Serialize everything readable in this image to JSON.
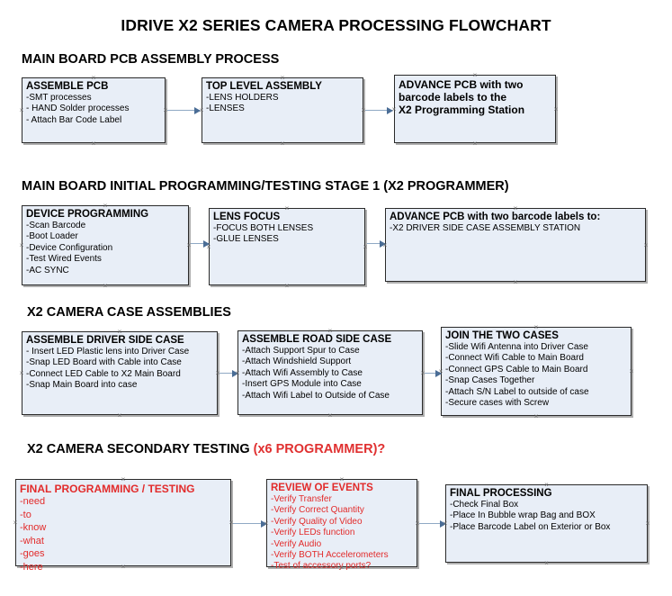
{
  "document": {
    "title": "IDRIVE X2  SERIES CAMERA PROCESSING FLOWCHART"
  },
  "sections": [
    {
      "id": "main-board-pcb-assembly",
      "heading": "MAIN BOARD PCB ASSEMBLY PROCESS",
      "heading_red": "",
      "boxes": [
        {
          "id": "assemble-pcb",
          "header": "ASSEMBLE PCB",
          "lines": [
            " -SMT processes",
            "- HAND Solder processes",
            "- Attach Bar Code Label"
          ],
          "color": "black"
        },
        {
          "id": "top-level-assembly",
          "header": "TOP LEVEL ASSEMBLY",
          "lines": [
            "-LENS HOLDERS",
            "-LENSES"
          ],
          "color": "black"
        },
        {
          "id": "advance-pcb-to-programming-station",
          "header": "ADVANCE PCB with two\nbarcode labels to the\n X2 Programming Station",
          "lines": [],
          "color": "black"
        }
      ]
    },
    {
      "id": "main-board-initial-programming",
      "heading": "MAIN BOARD INITIAL PROGRAMMING/TESTING STAGE 1 (X2 PROGRAMMER)",
      "heading_red": "",
      "boxes": [
        {
          "id": "device-programming",
          "header": "DEVICE PROGRAMMING",
          "lines": [
            "-Scan Barcode",
            "-Boot Loader",
            "-Device Configuration",
            "-Test Wired Events",
            "-AC SYNC"
          ],
          "color": "black"
        },
        {
          "id": "lens-focus",
          "header": "LENS FOCUS",
          "lines": [
            "-FOCUS BOTH LENSES",
            "-GLUE LENSES"
          ],
          "color": "black"
        },
        {
          "id": "advance-pcb-to-driver-side-case",
          "header": "ADVANCE PCB with two barcode labels to:",
          "lines": [
            "-X2 DRIVER  SIDE  CASE  ASSEMBLY STATION"
          ],
          "color": "black"
        }
      ]
    },
    {
      "id": "x2-camera-case-assemblies",
      "heading": "X2 CAMERA CASE ASSEMBLIES",
      "heading_red": "",
      "boxes": [
        {
          "id": "assemble-driver-side-case",
          "header": "ASSEMBLE DRIVER SIDE CASE",
          "lines": [
            "- Insert LED Plastic lens into Driver Case",
            "-Snap LED Board with Cable into Case",
            "-Connect LED Cable to X2 Main Board",
            "-Snap Main Board into case"
          ],
          "color": "black"
        },
        {
          "id": "assemble-road-side-case",
          "header": "ASSEMBLE ROAD SIDE CASE",
          "lines": [
            "-Attach Support Spur to Case",
            "-Attach Windshield Support",
            "-Attach Wifi Assembly to Case",
            "-Insert GPS Module into Case",
            "-Attach Wifi Label to Outside of Case"
          ],
          "color": "black"
        },
        {
          "id": "join-the-two-cases",
          "header": "JOIN THE TWO CASES",
          "lines": [
            "-Slide Wifi Antenna into Driver Case",
            "-Connect Wifi Cable to Main Board",
            "-Connect GPS Cable to Main Board",
            "-Snap Cases Together",
            "-Attach S/N Label to outside of case",
            "-Secure cases with Screw"
          ],
          "color": "black"
        }
      ]
    },
    {
      "id": "x2-camera-secondary-testing",
      "heading": "X2 CAMERA SECONDARY TESTING ",
      "heading_red": "(x6 PROGRAMMER)?",
      "boxes": [
        {
          "id": "final-programming-testing",
          "header": "FINAL PROGRAMMING / TESTING",
          "lines": [
            "-need",
            "-to",
            "-know",
            "-what",
            "-goes",
            "-here"
          ],
          "color": "red"
        },
        {
          "id": "review-of-events",
          "header": "REVIEW OF EVENTS",
          "lines": [
            "-Verify Transfer",
            "-Verify Correct Quantity",
            "-Verify Quality of Video",
            "-Verify LEDs function",
            "-Verify Audio",
            "-Verify BOTH Accelerometers",
            "-Test of accessory ports?"
          ],
          "color": "red"
        },
        {
          "id": "final-processing",
          "header": "FINAL PROCESSING",
          "lines": [
            " -Check Final Box",
            "-Place In Bubble wrap Bag and BOX",
            "-Place Barcode Label on Exterior or Box"
          ],
          "color": "black"
        }
      ]
    }
  ],
  "colors": {
    "box_fill": "#e8eef7",
    "box_border": "#2a2a2a",
    "connector": "#8fa9c4",
    "arrow_head": "#4a6d96",
    "red_text": "#e22b2b",
    "handle": "#6f6f6f"
  },
  "connector_glyph": "×"
}
